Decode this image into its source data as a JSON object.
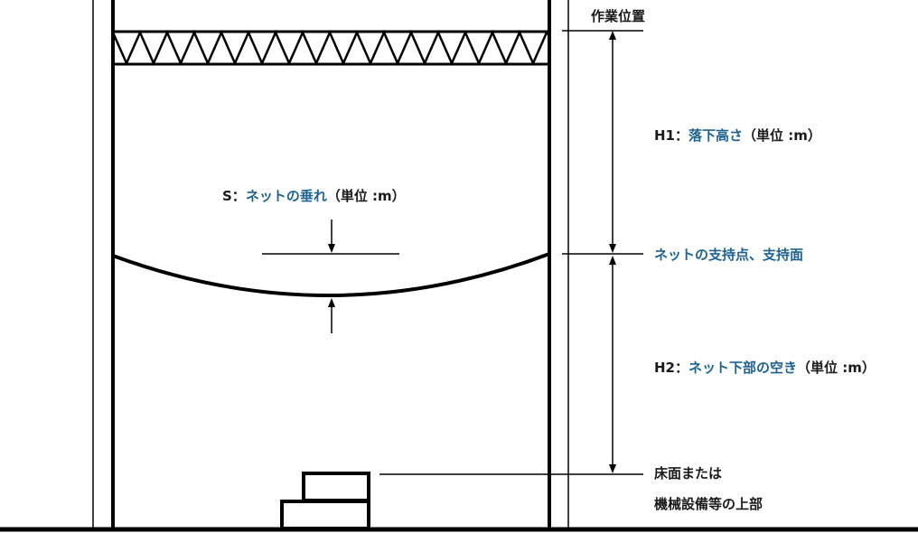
{
  "colors": {
    "accent": "#1f6391",
    "line": "#000000"
  },
  "labels": {
    "work_position": "作業位置",
    "h1_prefix": "H1：",
    "h1_term": "落下高さ",
    "h1_unit": "（単位 :m）",
    "net_support": "ネットの支持点、支持面",
    "h2_prefix": "H2：",
    "h2_term": "ネット下部の空き",
    "h2_unit": "（単位 :m）",
    "s_prefix": "S：",
    "s_term": "ネットの垂れ",
    "s_unit": "（単位 :m）",
    "floor_line1": "床面または",
    "floor_line2": "機械設備等の上部"
  }
}
